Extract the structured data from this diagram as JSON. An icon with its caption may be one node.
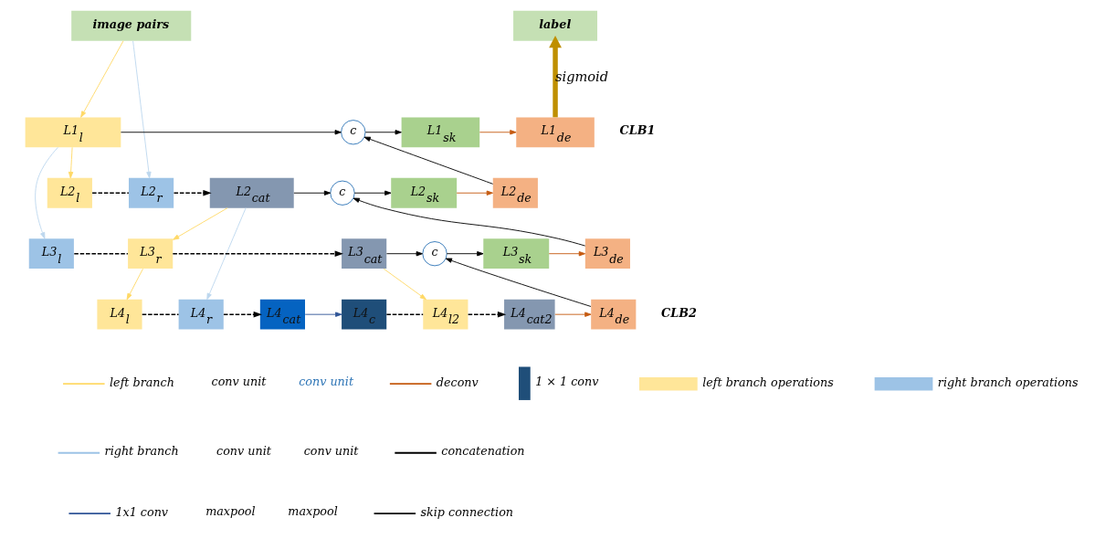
{
  "diagram": {
    "nodes": [
      {
        "text": [
          "image pairs"
        ]
      },
      {
        "text": [
          "L1$_{l}$"
        ]
      },
      {
        "text": [
          "L2$_{l}$"
        ]
      },
      {
        "text": [
          "L2$_{r}$"
        ]
      },
      {
        "text": [
          "L2$_{cat}$"
        ]
      },
      {
        "text": [
          "L3$_{l}$"
        ]
      },
      {
        "text": [
          "L3$_{r}$"
        ]
      },
      {
        "text": [
          "L4$_{l}$"
        ]
      },
      {
        "text": [
          "L4$_{r}$"
        ]
      },
      {
        "text": [
          "L4$_{cat}$"
        ]
      },
      {
        "text": [
          "L4$_{c}$"
        ]
      },
      {
        "text": [
          "L3$_{cat}$"
        ]
      },
      {
        "text": [
          "L4$_{l2}$"
        ]
      },
      {
        "text": [
          "L4$_{cat2}$"
        ]
      },
      {
        "text": [
          "L4$_{de}$"
        ]
      },
      {
        "text": [
          "c"
        ]
      },
      {
        "text": [
          "L3$_{sk}$"
        ]
      },
      {
        "text": [
          "L3$_{de}$"
        ]
      },
      {
        "text": [
          "c"
        ]
      },
      {
        "text": [
          "L2$_{sk}$"
        ]
      },
      {
        "text": [
          "L2$_{de}$"
        ]
      },
      {
        "text": [
          "c"
        ]
      },
      {
        "text": [
          "L1$_{sk}$"
        ]
      },
      {
        "text": [
          "L1$_{de}$"
        ]
      },
      {
        "text": [
          "label"
        ]
      }
    ],
    "edges": [
      {
        "from": 0,
        "to": 1,
        "arrow": "to",
        "color": "#ffd966"
      },
      {
        "from": 0,
        "to": 3,
        "arrow": "to",
        "color": "#bdd7ee"
      },
      {
        "from": 1,
        "to": 2,
        "arrow": "to",
        "color": "#ffd966"
      },
      {
        "from": 1,
        "to": 5,
        "arrow": "to",
        "color": "#bdd7ee"
      },
      {
        "from": 2,
        "to": 3,
        "arrow": "none",
        "style": "dashed"
      },
      {
        "from": 3,
        "to": 4,
        "arrow": "to",
        "style": "dashed"
      },
      {
        "from": 4,
        "to": 6,
        "arrow": "to",
        "color": "#ffd966"
      },
      {
        "from": 4,
        "to": 8,
        "arrow": "to",
        "color": "#bdd7ee"
      },
      {
        "from": 5,
        "to": 6,
        "arrow": "none",
        "style": "dashed"
      },
      {
        "from": 6,
        "to": 11,
        "arrow": "to",
        "style": "dashed"
      },
      {
        "from": 6,
        "to": 7,
        "arrow": "to",
        "color": "#ffd966"
      },
      {
        "from": 7,
        "to": 8,
        "arrow": "none",
        "style": "dashed"
      },
      {
        "from": 8,
        "to": 9,
        "arrow": "to",
        "style": "dashed"
      },
      {
        "from": 9,
        "to": 10,
        "arrow": "to",
        "color": "#2f5597"
      },
      {
        "from": 10,
        "to": 12,
        "arrow": "none",
        "style": "dashed"
      },
      {
        "from": 12,
        "to": 13,
        "arrow": "to",
        "style": "dashed"
      },
      {
        "from": 11,
        "to": 12,
        "arrow": "to",
        "color": "#ffd966"
      },
      {
        "from": 13,
        "to": 14,
        "arrow": "to",
        "color": "#c55a11"
      },
      {
        "from": 11,
        "to": 15,
        "arrow": "to"
      },
      {
        "from": 14,
        "to": 15,
        "arrow": "to"
      },
      {
        "from": 15,
        "to": 16,
        "arrow": "to"
      },
      {
        "from": 16,
        "to": 17,
        "arrow": "to",
        "color": "#c55a11"
      },
      {
        "from": 4,
        "to": 18,
        "arrow": "to"
      },
      {
        "from": 17,
        "to": 18,
        "arrow": "to"
      },
      {
        "from": 18,
        "to": 19,
        "arrow": "to"
      },
      {
        "from": 19,
        "to": 20,
        "arrow": "to",
        "color": "#c55a11"
      },
      {
        "from": 1,
        "to": 21,
        "arrow": "to"
      },
      {
        "from": 20,
        "to": 21,
        "arrow": "to"
      },
      {
        "from": 21,
        "to": 22,
        "arrow": "to"
      },
      {
        "from": 22,
        "to": 23,
        "arrow": "to",
        "color": "#c55a11"
      },
      {
        "from": 23,
        "to": 24,
        "arrow": "to",
        "label": "sigmoid",
        "style": "thick",
        "color": "#bf8f00"
      }
    ],
    "labels": [
      "CLB1",
      "CLB2",
      "conv unit",
      "conv unit",
      "maxpool",
      "conv unit",
      "conv unit",
      "maxpool"
    ],
    "legend": [
      {
        "text": "left branch"
      },
      {
        "text": "right branch"
      },
      {
        "text": "1x1 conv"
      },
      {
        "text": "deconv"
      },
      {
        "text": "concatenation"
      },
      {
        "text": "skip connection"
      },
      {
        "text": "1 × 1 conv"
      },
      {
        "text": "left branch operations"
      },
      {
        "text": "right branch operations"
      }
    ]
  }
}
